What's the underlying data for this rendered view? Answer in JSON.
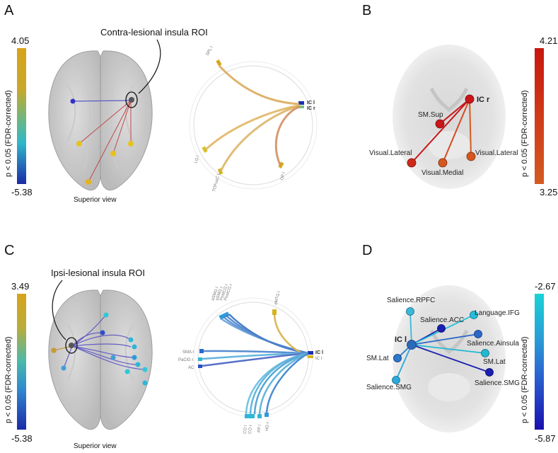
{
  "panels": {
    "A": {
      "letter": "A",
      "colorbar": {
        "max": "4.05",
        "min": "-5.38",
        "label": "p < 0.05 (FDR-corrected)",
        "colors": [
          "#d7a31a",
          "#e0a72e",
          "#2fb6c9",
          "#1b2aa8"
        ]
      },
      "callout": "Contra-lesional insula ROI",
      "view_label": "Superior view",
      "circle_labels": [
        "SPL l",
        "IC l",
        "IC r",
        "LG l",
        "TOFusC l",
        "OP l"
      ]
    },
    "B": {
      "letter": "B",
      "colorbar": {
        "max": "4.21",
        "min": "3.25",
        "label": "p < 0.05 (FDR-corrected)",
        "colors": [
          "#c8160f",
          "#d35a20"
        ]
      },
      "nodes": [
        "IC r",
        "SM.Sup",
        "Visual.Lateral",
        "Visual.Medial",
        "Visual.Lateral"
      ]
    },
    "C": {
      "letter": "C",
      "colorbar": {
        "max": "3.49",
        "min": "-5.38",
        "label": "p < 0.05 (FDR-corrected)",
        "colors": [
          "#d7a31a",
          "#2fb6c9",
          "#1b2aa8"
        ]
      },
      "callout": "Ipsi-lesional insula ROI",
      "view_label": "Superior view",
      "circle_labels": [
        "aSMG l",
        "aSMG r",
        "PostCG l",
        "PostCG r",
        "aMTG l",
        "SMA r",
        "PaCiG r",
        "AC",
        "IC l",
        "IC r",
        "CO l",
        "CO r",
        "PP l",
        "HG r"
      ]
    },
    "D": {
      "letter": "D",
      "colorbar": {
        "max": "-2.67",
        "min": "-5.87",
        "label": "p < 0.05 (FDR-corrected)",
        "colors": [
          "#19d3d6",
          "#2a63d0",
          "#1a0fb0"
        ]
      },
      "nodes": [
        "IC l",
        "Salience.RPFC",
        "Salience.ACC",
        "Language.IFG",
        "Salience.Ainsula",
        "SM.Lat",
        "SM.Lat",
        "Salience.SMG",
        "Salience.SMG"
      ]
    }
  }
}
